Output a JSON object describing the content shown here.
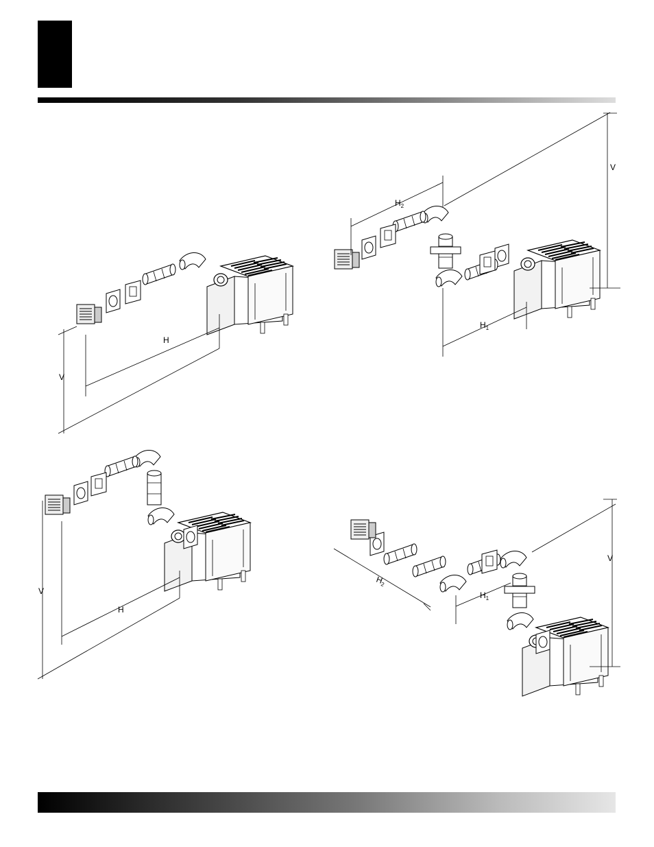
{
  "labels": {
    "fig1_h": "H",
    "fig1_v": "V",
    "fig2_h2": "H",
    "fig2_h2_sub": "2",
    "fig2_h1": "H",
    "fig2_h1_sub": "1",
    "fig2_v": "V",
    "fig3_h": "H",
    "fig3_v": "V",
    "fig4_h2": "H",
    "fig4_h2_sub": "2",
    "fig4_h1": "H",
    "fig4_h1_sub": "1",
    "fig4_v": "V"
  }
}
